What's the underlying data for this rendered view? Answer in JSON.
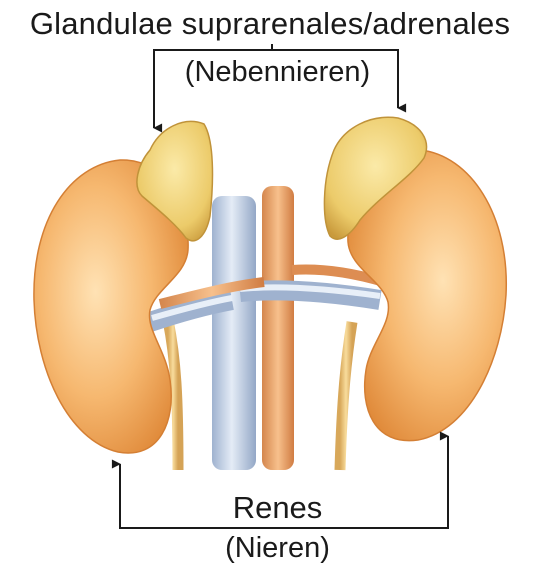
{
  "labels": {
    "adrenal_title": "Glandulae suprarenales/adrenales",
    "adrenal_subtitle": "(Nebennieren)",
    "kidney_title": "Renes",
    "kidney_subtitle": "(Nieren)"
  },
  "colors": {
    "kidney": "#f4b66f",
    "adrenal": "#f0d27a",
    "vein": "#b8c8e0",
    "artery": "#eaa06a",
    "ureter": "#f2d08a",
    "arrow": "#1a1a1a"
  }
}
